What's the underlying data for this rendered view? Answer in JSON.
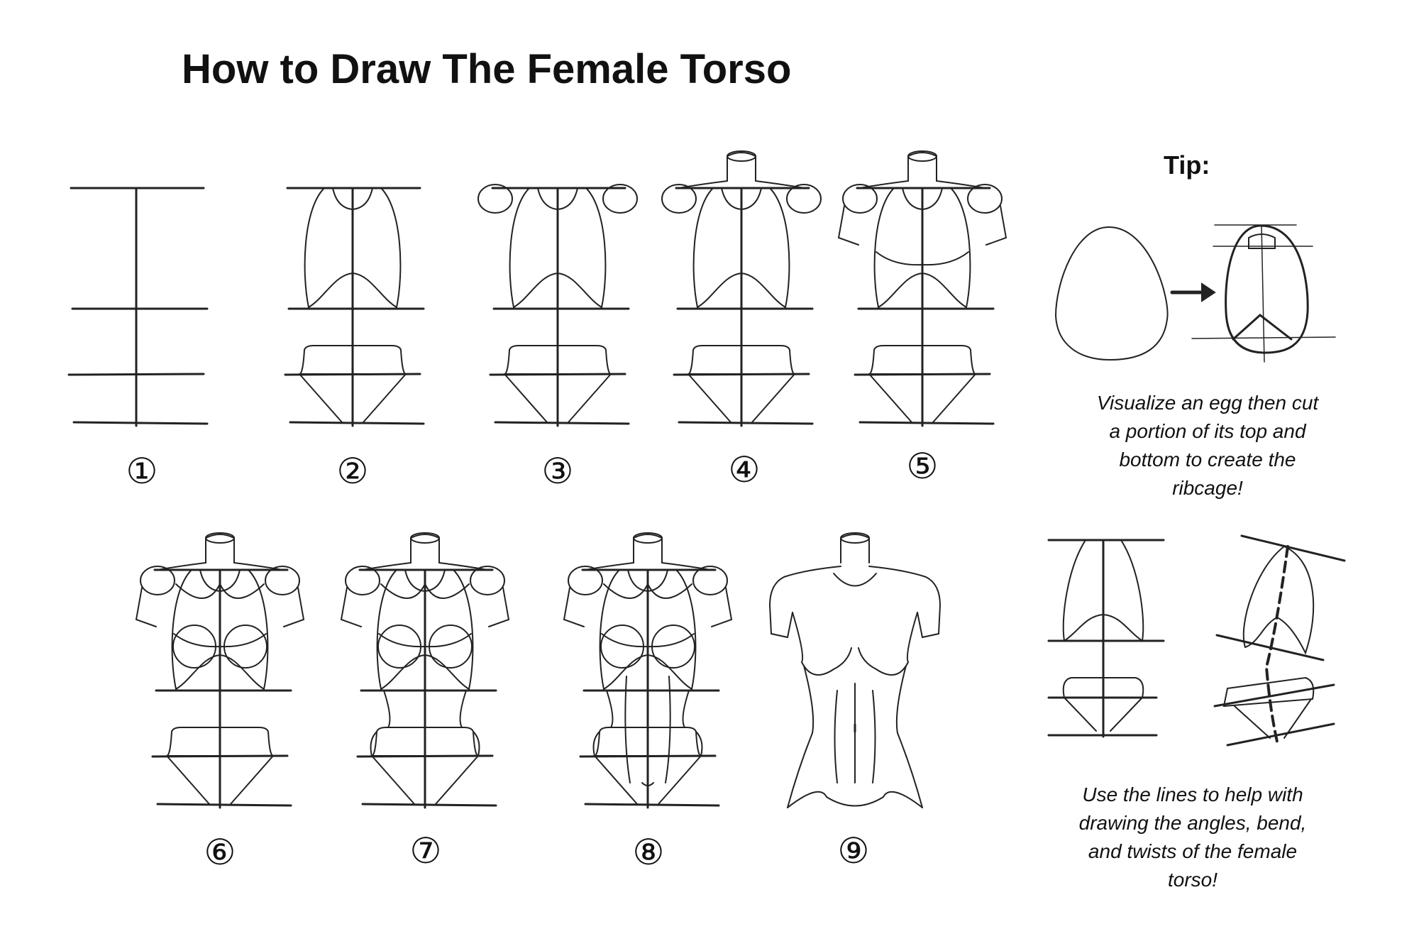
{
  "title": "How to Draw The Female Torso",
  "steps": [
    {
      "number": "①"
    },
    {
      "number": "②"
    },
    {
      "number": "③"
    },
    {
      "number": "④"
    },
    {
      "number": "⑤"
    },
    {
      "number": "⑥"
    },
    {
      "number": "⑦"
    },
    {
      "number": "⑧"
    },
    {
      "number": "⑨"
    }
  ],
  "tip": {
    "heading": "Tip:",
    "egg_note": [
      "Visualize an egg then cut",
      "a portion of its top and",
      "bottom to create the",
      "ribcage!"
    ],
    "lines_note": [
      "Use the lines to help with",
      "drawing the angles, bend,",
      "and twists of the female",
      "torso!"
    ]
  },
  "colors": {
    "ink": "#222222",
    "guide": "#333333",
    "background": "#ffffff"
  }
}
